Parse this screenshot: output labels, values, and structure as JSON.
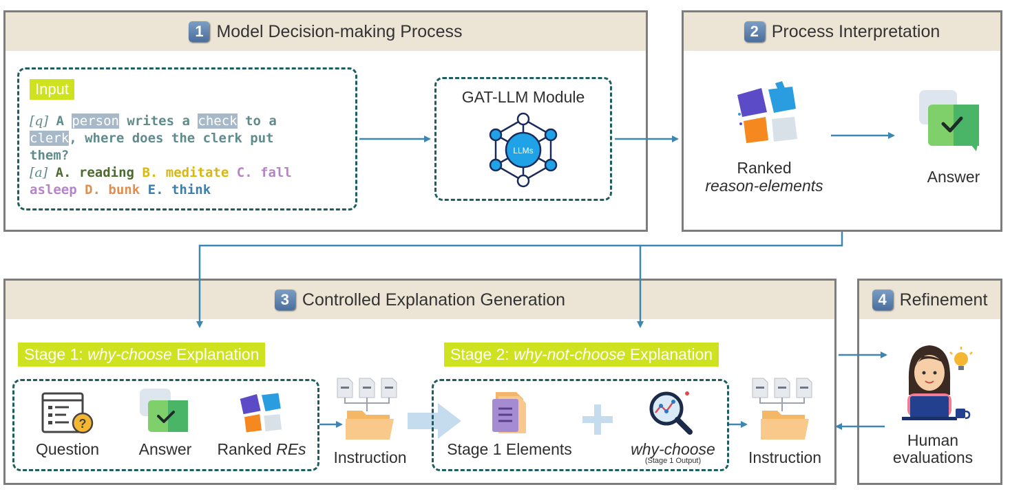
{
  "panel1": {
    "number": "1",
    "title": "Model Decision-making Process",
    "input_label": "Input",
    "q_tag": "[q]",
    "q_parts": [
      "A ",
      "person",
      " writes a ",
      "check",
      " to a",
      "clerk",
      ", where does the clerk put",
      "them?"
    ],
    "a_tag": "[a]",
    "options": [
      "A. reading",
      "B. meditate",
      "C. fall",
      "asleep",
      "D. bunk",
      "E. think"
    ],
    "module_title": "GAT-LLM Module",
    "module_core": "LLMs"
  },
  "panel2": {
    "number": "2",
    "title": "Process Interpretation",
    "ranked_line1": "Ranked",
    "ranked_line2": "reason-elements",
    "answer": "Answer"
  },
  "panel3": {
    "number": "3",
    "title": "Controlled Explanation Generation",
    "stage1_prefix": "Stage 1: ",
    "stage1_em": "why-choose",
    "stage1_suffix": " Explanation",
    "stage2_prefix": "Stage 2: ",
    "stage2_em": "why-not-choose",
    "stage2_suffix": " Explanation",
    "question": "Question",
    "answer": "Answer",
    "ranked_prefix": "Ranked ",
    "ranked_em": "REs",
    "instruction1": "Instruction",
    "stage1_elements": "Stage 1 Elements",
    "why_choose": "why-choose",
    "stage1_output": "(Stage 1 Output)",
    "instruction2": "Instruction"
  },
  "panel4": {
    "number": "4",
    "title": "Refinement",
    "human_line1": "Human",
    "human_line2": "evaluations"
  },
  "colors": {
    "arrow": "#3d86b2",
    "header_bg": "#ece5d6",
    "highlight": "#cfe21f",
    "dash": "#1f5e60",
    "opt_a": "#4d6b2f",
    "opt_b": "#d9b70c",
    "opt_c": "#b484c6",
    "opt_d": "#e08e4e",
    "opt_e": "#3d7eaa"
  }
}
